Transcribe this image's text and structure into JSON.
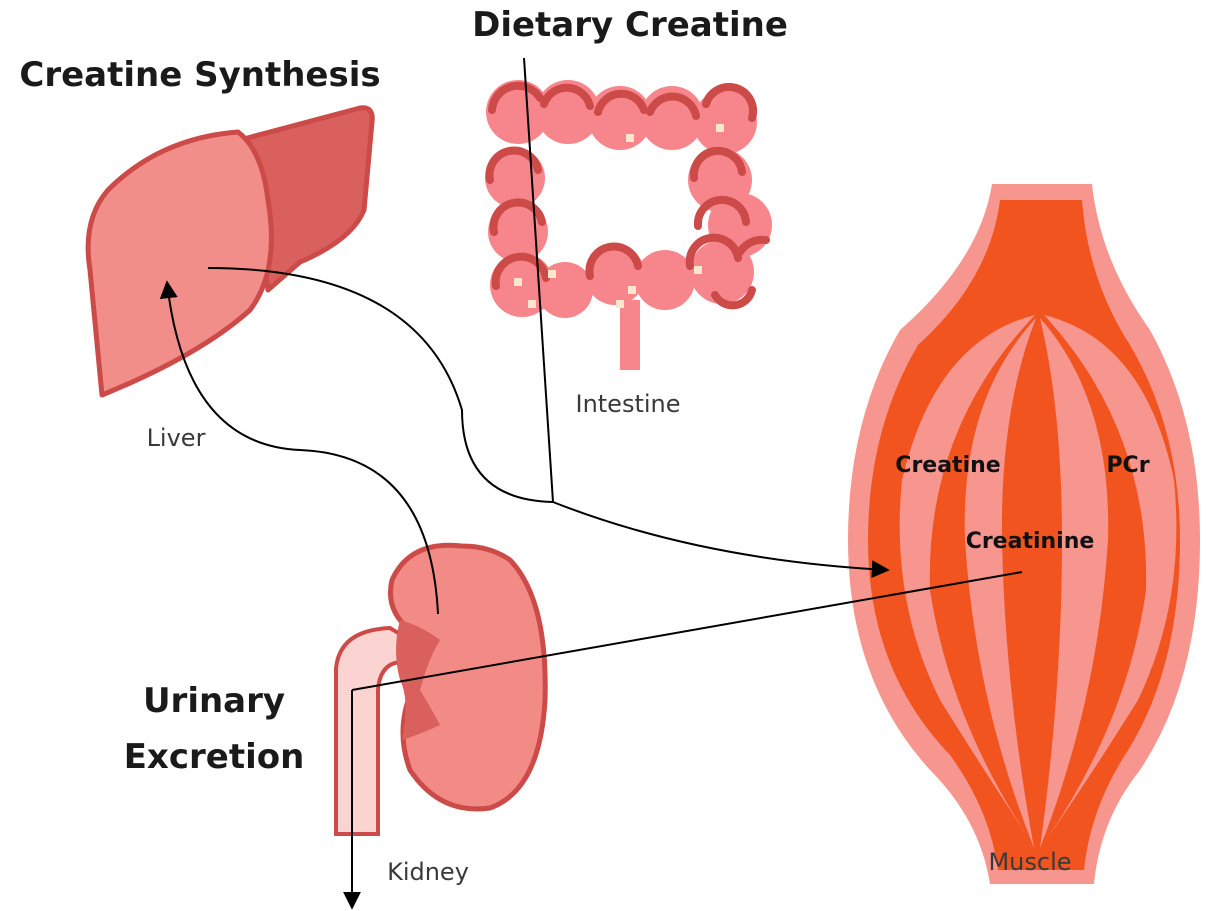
{
  "titles": {
    "dietary": "Dietary Creatine",
    "synthesis": "Creatine Synthesis",
    "excretion_line1": "Urinary",
    "excretion_line2": "Excretion"
  },
  "organs": {
    "liver": "Liver",
    "intestine": "Intestine",
    "kidney": "Kidney",
    "muscle": "Muscle"
  },
  "muscle_compounds": {
    "creatine": "Creatine",
    "pcr": "PCr",
    "creatinine": "Creatinine"
  },
  "colors": {
    "liver_light": "#f28e8a",
    "liver_dark": "#d9605c",
    "outline": "#cc4a47",
    "intestine": "#f7868c",
    "kidney_light": "#f28b86",
    "kidney_pale": "#fbd3d0",
    "muscle_outer": "#f6968f",
    "muscle_fiber": "#f2541f",
    "arrow": "#000000"
  }
}
